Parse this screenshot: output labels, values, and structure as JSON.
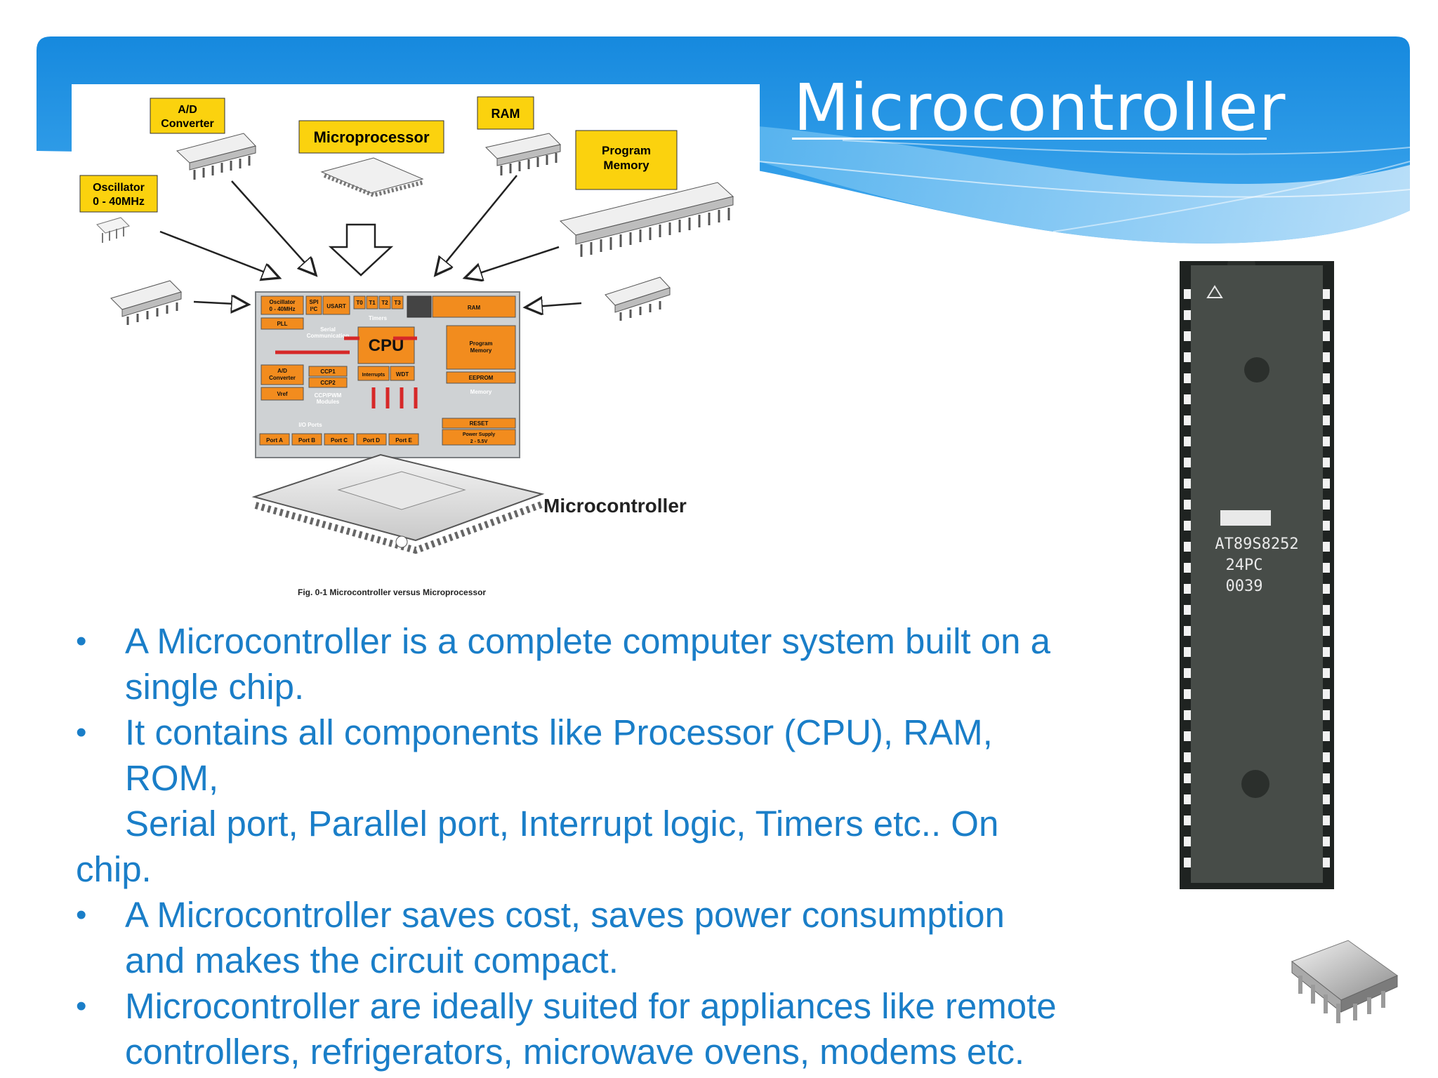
{
  "slide": {
    "title": "Microcontroller",
    "diagram": {
      "labels": {
        "ad_converter": [
          "A/D",
          "Converter"
        ],
        "oscillator": [
          "Oscillator",
          "0 - 40MHz"
        ],
        "microprocessor": "Microprocessor",
        "ram": "RAM",
        "program_memory": [
          "Program",
          "Memory"
        ],
        "microcontroller": "Microcontroller",
        "caption": "Fig. 0-1 Microcontroller versus Microprocessor"
      },
      "block": {
        "osc": [
          "Oscillator",
          "0 - 40MHz"
        ],
        "spi": [
          "SPI",
          "I²C"
        ],
        "usart": "USART",
        "timers_cells": [
          "T0",
          "T1",
          "T2",
          "T3"
        ],
        "ram": "RAM",
        "pll": "PLL",
        "serial": [
          "Serial",
          "Communication"
        ],
        "timers": "Timers",
        "program_memory": [
          "Program",
          "Memory"
        ],
        "cpu": "CPU",
        "ad": [
          "A/D",
          "Converter"
        ],
        "ccp1": "CCP1",
        "ccp2": "CCP2",
        "vref": "Vref",
        "ccp_modules": [
          "CCP/PWM",
          "Modules"
        ],
        "interrupts": "Interrupts",
        "wdt": "WDT",
        "eeprom": "EEPROM",
        "memory": "Memory",
        "io_ports": "I/O Ports",
        "ports": [
          "Port A",
          "Port B",
          "Port C",
          "Port D",
          "Port E"
        ],
        "reset": "RESET",
        "power": [
          "Power Supply",
          "2 - 5.5V"
        ]
      }
    },
    "chip_marking": [
      "AT89S8252",
      "24PC",
      "0039"
    ],
    "bullets": [
      {
        "bullet": "•",
        "lines": [
          "A Microcontroller is a complete computer system built on a",
          "single  chip."
        ]
      },
      {
        "bullet": "•",
        "lines": [
          "It contains all components like Processor (CPU), RAM,",
          "ROM,"
        ]
      },
      {
        "bullet": "",
        "lines": [
          " Serial port, Parallel port, Interrupt logic, Timers etc.. On",
          "chip."
        ]
      },
      {
        "bullet": "•",
        "lines": [
          "A Microcontroller saves cost, saves power consumption",
          "and makes the circuit compact."
        ]
      },
      {
        "bullet": "•",
        "lines": [
          "Microcontroller are ideally suited for appliances like remote",
          "controllers, refrigerators, microwave ovens, modems etc."
        ]
      }
    ],
    "colors": {
      "header_blue": "#1e90e0",
      "text_blue": "#1a7ec8",
      "label_yellow": "#fbd20e",
      "block_orange": "#f28c1e",
      "arrow_red": "#d62828"
    }
  }
}
